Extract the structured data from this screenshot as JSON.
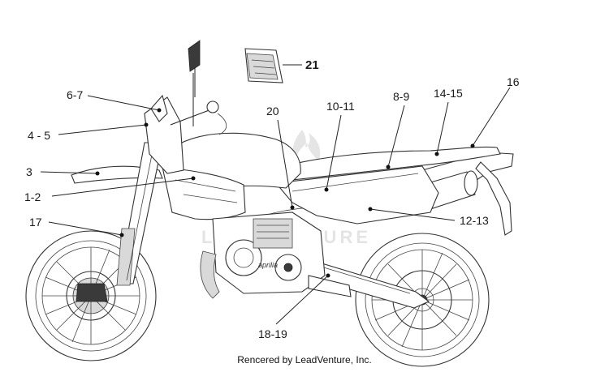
{
  "diagram": {
    "callouts": [
      {
        "id": "21",
        "label": "21"
      },
      {
        "id": "6-7",
        "label": "6-7"
      },
      {
        "id": "4-5",
        "label": "4 - 5"
      },
      {
        "id": "3",
        "label": "3"
      },
      {
        "id": "1-2",
        "label": "1-2"
      },
      {
        "id": "17",
        "label": "17"
      },
      {
        "id": "20",
        "label": "20"
      },
      {
        "id": "10-11",
        "label": "10-11"
      },
      {
        "id": "8-9",
        "label": "8-9"
      },
      {
        "id": "14-15",
        "label": "14-15"
      },
      {
        "id": "16",
        "label": "16"
      },
      {
        "id": "12-13",
        "label": "12-13"
      },
      {
        "id": "18-19",
        "label": "18-19"
      }
    ],
    "engine_brand": "aprilia",
    "watermark_text": "LEADVENTURE"
  },
  "footer": {
    "credit": "Rencered by LeadVenture, Inc."
  }
}
